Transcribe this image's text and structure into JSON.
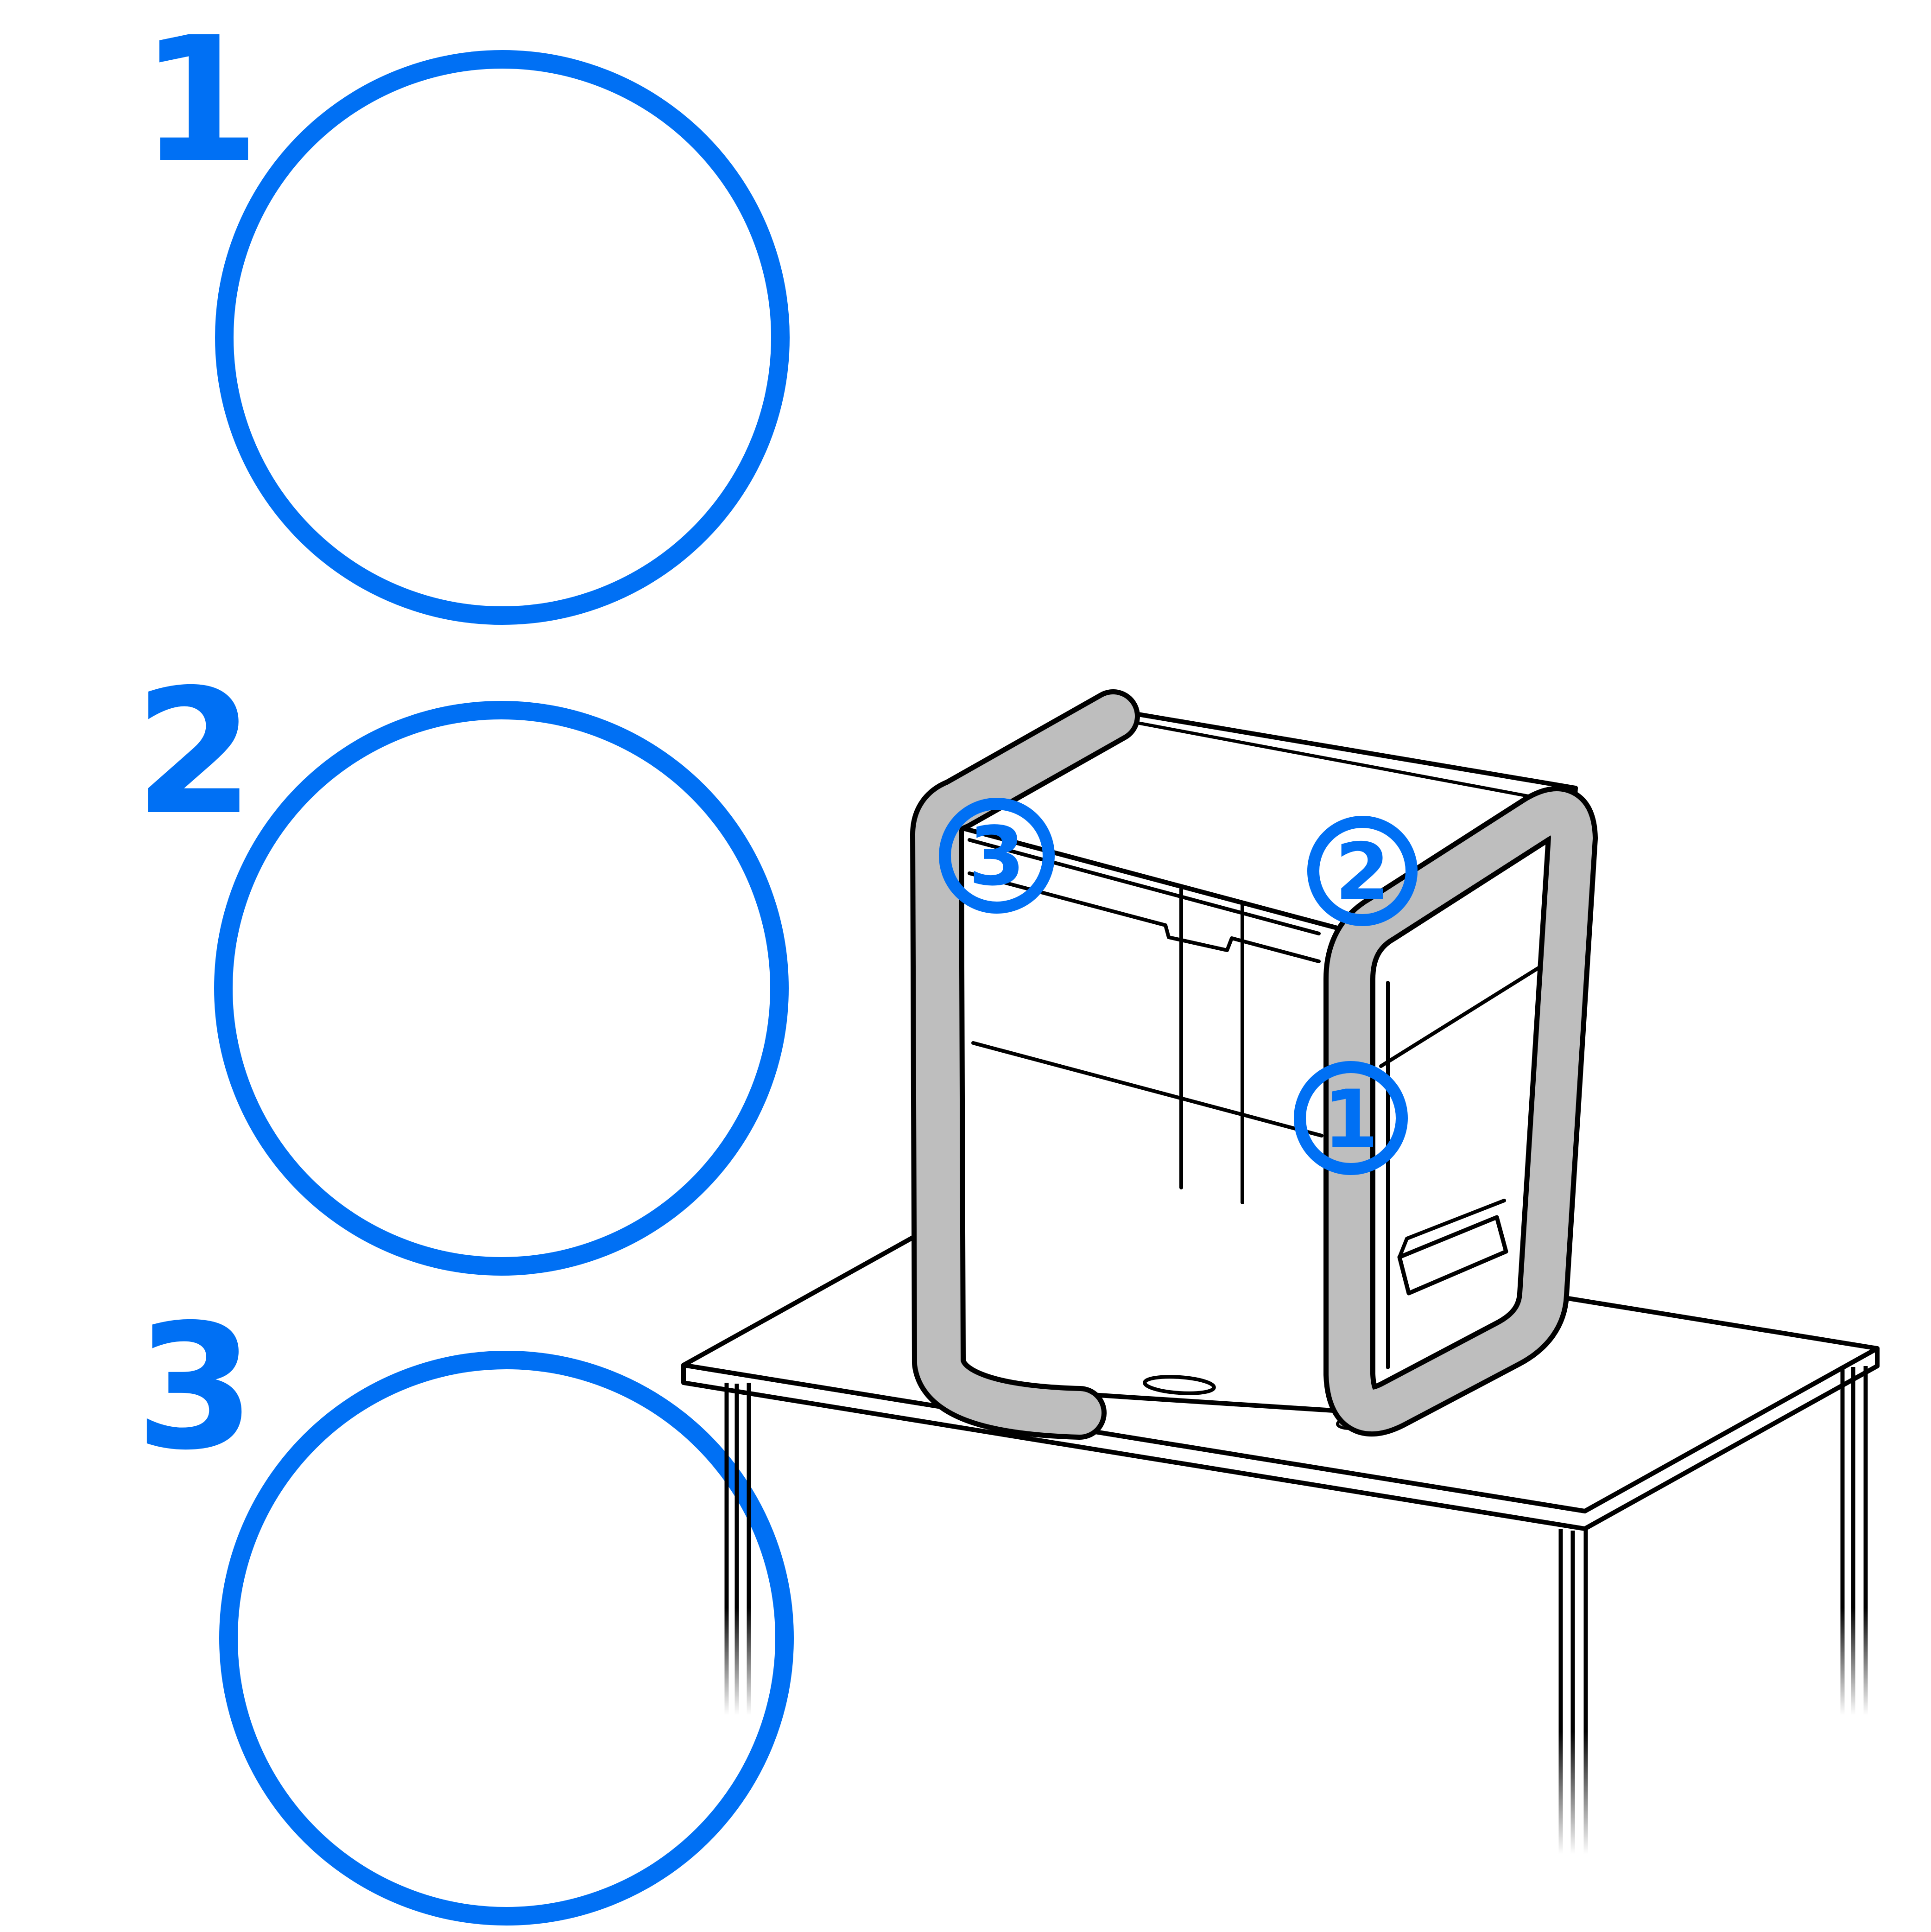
{
  "steps": [
    {
      "label": "1"
    },
    {
      "label": "2"
    },
    {
      "label": "3"
    }
  ],
  "badges": [
    {
      "label": "3"
    },
    {
      "label": "2"
    },
    {
      "label": "1"
    }
  ],
  "colors": {
    "accent_blue": "#0070F4",
    "highlight_red": "#D2262E",
    "frame_gray": "#BEBEBE",
    "metal_gray": "#C8C8C8",
    "outline_black": "#000000",
    "background": "#FFFFFF"
  }
}
